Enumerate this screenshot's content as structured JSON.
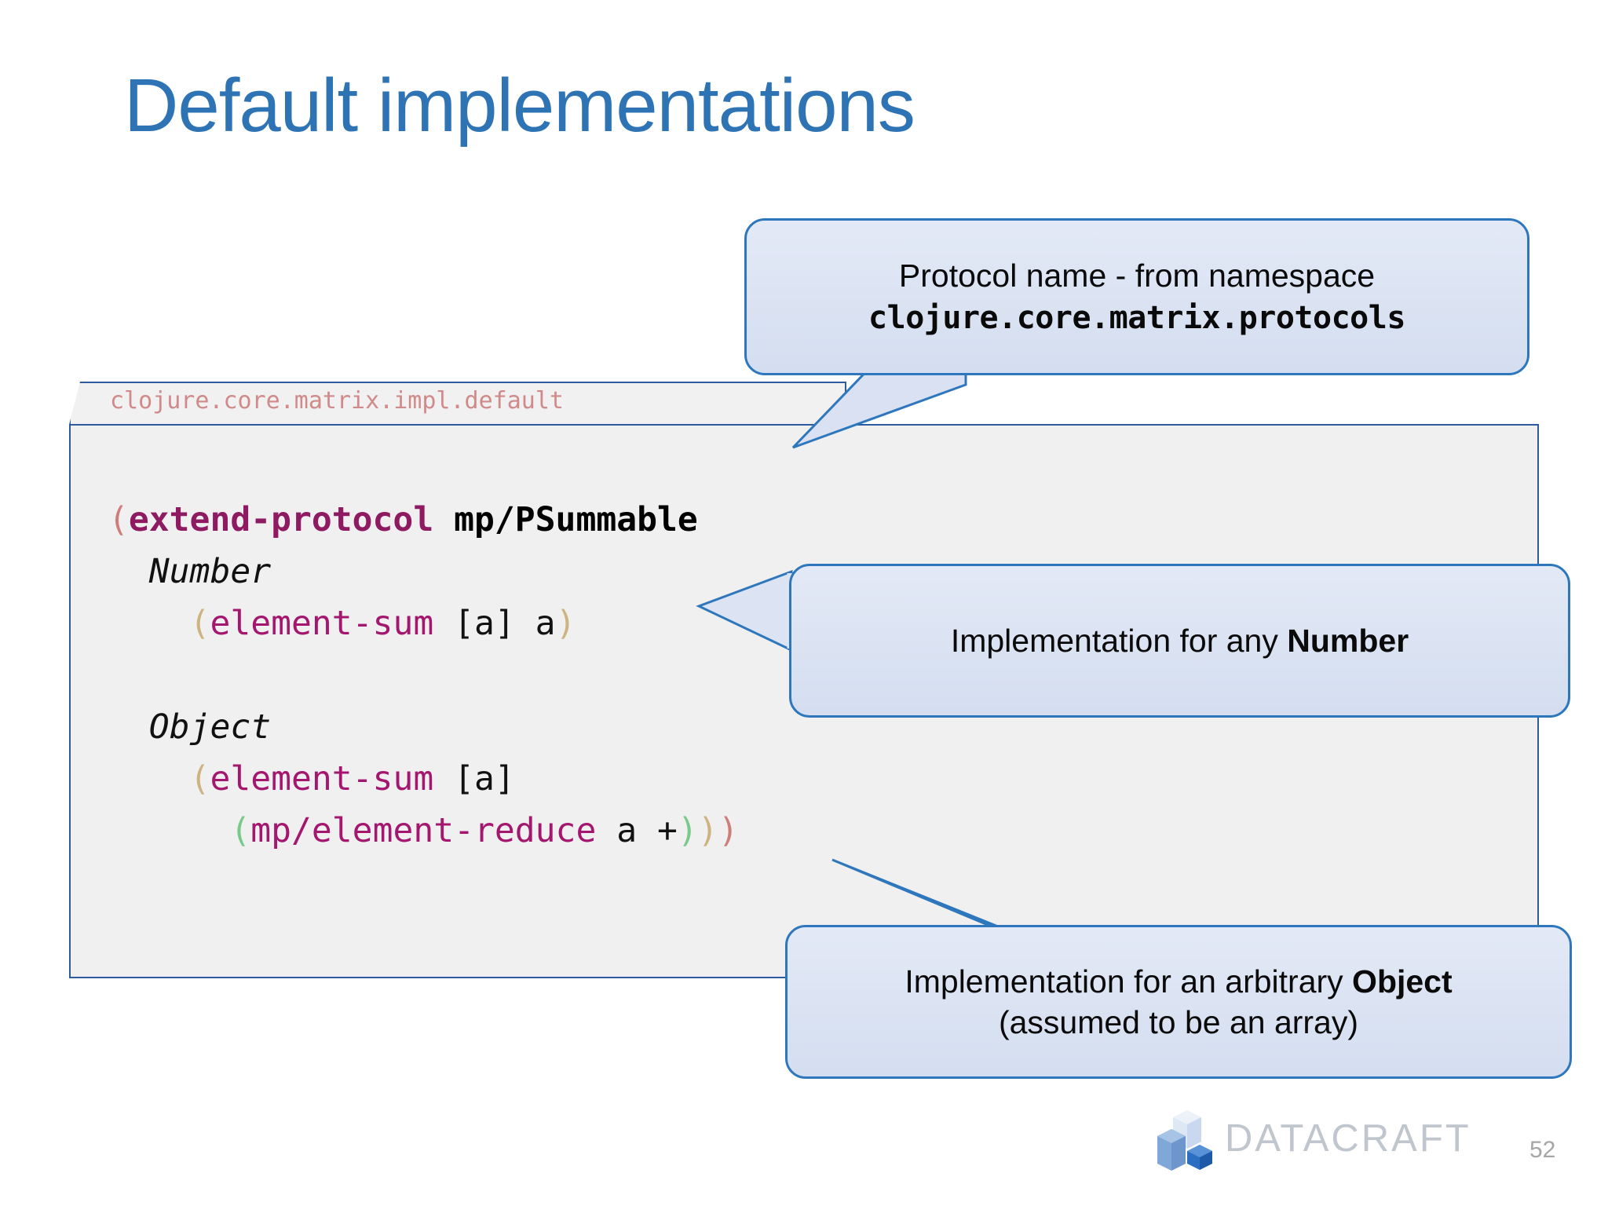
{
  "slide": {
    "title": "Default implementations",
    "title_color": "#2E74B5",
    "page_number": "52"
  },
  "code_card": {
    "tab_label": "clojure.core.matrix.impl.default",
    "tab_label_color": "#D08A8A",
    "border_color": "#2C5C9E",
    "background": "#F1F0F1",
    "lines": [
      {
        "tokens": [
          {
            "t": "(",
            "c": "paren-1"
          },
          {
            "t": "extend-protocol",
            "c": "kw"
          },
          {
            "t": " ",
            "c": "plain"
          },
          {
            "t": "mp/PSummable",
            "c": "sym"
          }
        ]
      },
      {
        "tokens": [
          {
            "t": "  ",
            "c": "plain"
          },
          {
            "t": "Number",
            "c": "type"
          }
        ]
      },
      {
        "tokens": [
          {
            "t": "    ",
            "c": "plain"
          },
          {
            "t": "(",
            "c": "paren-2"
          },
          {
            "t": "element-sum",
            "c": "fn"
          },
          {
            "t": " [a] a",
            "c": "plain"
          },
          {
            "t": ")",
            "c": "paren-2"
          }
        ]
      },
      {
        "tokens": []
      },
      {
        "tokens": [
          {
            "t": "  ",
            "c": "plain"
          },
          {
            "t": "Object",
            "c": "type"
          }
        ]
      },
      {
        "tokens": [
          {
            "t": "    ",
            "c": "plain"
          },
          {
            "t": "(",
            "c": "paren-2"
          },
          {
            "t": "element-sum",
            "c": "fn"
          },
          {
            "t": " [a]",
            "c": "plain"
          }
        ]
      },
      {
        "tokens": [
          {
            "t": "      ",
            "c": "plain"
          },
          {
            "t": "(",
            "c": "paren-3"
          },
          {
            "t": "mp/element-reduce",
            "c": "fn"
          },
          {
            "t": " a +",
            "c": "plain"
          },
          {
            "t": ")",
            "c": "paren-3"
          },
          {
            "t": ")",
            "c": "paren-2"
          },
          {
            "t": ")",
            "c": "paren-1"
          }
        ]
      }
    ],
    "token_colors": {
      "paren-1": "#CE7E7A",
      "paren-2": "#CDB380",
      "paren-3": "#79C98A",
      "kw": "#8E1A62",
      "sym": "#000000",
      "fn": "#A4176F",
      "type": "#111111",
      "plain": "#111111"
    }
  },
  "callouts": {
    "protocol": {
      "line1": "Protocol name - from namespace",
      "line2_mono": "clojure.core.matrix.protocols"
    },
    "number": {
      "prefix": "Implementation for any ",
      "bold": "Number"
    },
    "object": {
      "line1_prefix": "Implementation for an arbitrary ",
      "line1_bold": "Object",
      "line2": "(assumed to be an array)"
    },
    "fill_top": "#E3E9F6",
    "fill_bottom": "#D4DEF0",
    "border_color": "#2E77BC"
  },
  "footer": {
    "logo_wordmark": "DATACRAFT",
    "logo_wordmark_color": "#BFC6CE"
  }
}
